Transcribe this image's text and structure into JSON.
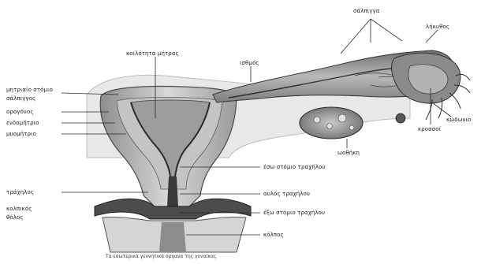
{
  "diagram": {
    "caption": "Τα εσωτερικά γεννητικά όργανα της γυναίκας",
    "labels": {
      "salpinges": "σάλπιγγα",
      "lekythos": "λήκυθος",
      "koilotita": "κοιλότητα μήτρας",
      "isthmos": "ισθμός",
      "mitriaio_stomio": "μητριαίο στόμιο",
      "salpingos": "σάλπιγγος",
      "orogonos": "ορογόνος",
      "endomitrio": "ενδομήτριο",
      "myomitrio": "μυομήτριο",
      "kossoi": "κροσσοί",
      "kodonio": "κώδωνιο",
      "oothiki": "ωοθήκη",
      "eso_stomio": "έσω στόμιο τραχήλου",
      "trachilos": "τράχηλος",
      "avlos": "αυλός τραχήλου",
      "kolpikos": "κολπικός",
      "tholos": "θόλος",
      "exo_stomio": "έξω στόμιο τραχήλου",
      "kolpos": "κόλπος"
    }
  }
}
